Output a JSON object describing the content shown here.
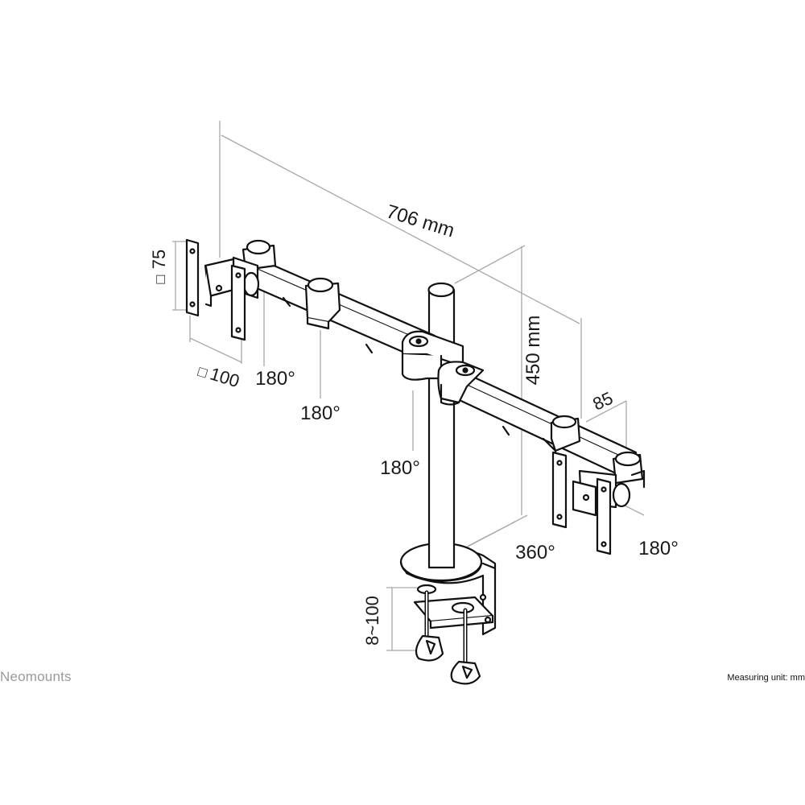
{
  "dimensions": {
    "width_total": "706 mm",
    "height_pole": "450 mm",
    "depth_arm": "85",
    "vesa_small": "75",
    "vesa_large": "100",
    "clamp_range": "8~100"
  },
  "rotations": {
    "tilt_left": "180°",
    "arm_joint": "180°",
    "center_joint": "180°",
    "pole_swivel": "360°",
    "tilt_right": "180°"
  },
  "brand": "Neomounts",
  "unit_note": "Measuring unit: mm",
  "colors": {
    "line": "#111111",
    "dimension": "#a8a8a8",
    "brand": "#9a9a9a"
  }
}
